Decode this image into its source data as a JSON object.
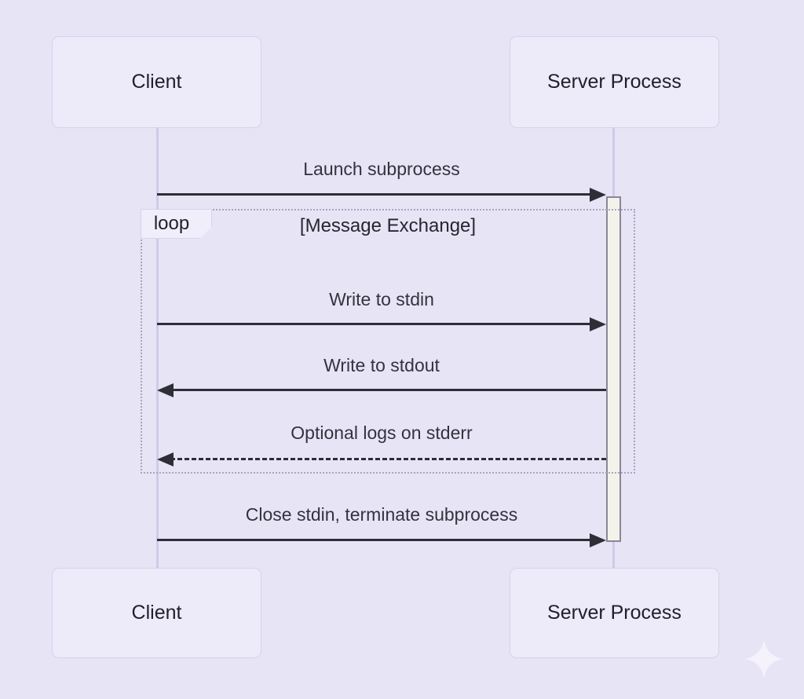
{
  "diagram": {
    "type": "sequence",
    "actors": {
      "client": {
        "label": "Client"
      },
      "server": {
        "label": "Server Process"
      }
    },
    "loop": {
      "keyword": "loop",
      "condition": "[Message Exchange]"
    },
    "messages": [
      {
        "label": "Launch subprocess",
        "from": "client",
        "to": "server",
        "line": "solid"
      },
      {
        "label": "Write to stdin",
        "from": "client",
        "to": "server",
        "line": "solid"
      },
      {
        "label": "Write to stdout",
        "from": "server",
        "to": "client",
        "line": "solid"
      },
      {
        "label": "Optional logs on stderr",
        "from": "server",
        "to": "client",
        "line": "dashed"
      },
      {
        "label": "Close stdin, terminate subprocess",
        "from": "client",
        "to": "server",
        "line": "solid"
      }
    ],
    "icons": {
      "sparkle": "sparkle-icon"
    },
    "colors": {
      "background": "#e7e4f6",
      "actor_fill": "#edebf9",
      "actor_border": "#d7d2ea",
      "lifeline": "#d0cae8",
      "loop_border": "#aaa4bf",
      "label_fill": "#f0eefb",
      "activation_fill": "#f4f3eb",
      "activation_border": "#8a8794",
      "arrow": "#2e2e36",
      "text": "#33333d",
      "sparkle": "#f5f2fc"
    }
  }
}
